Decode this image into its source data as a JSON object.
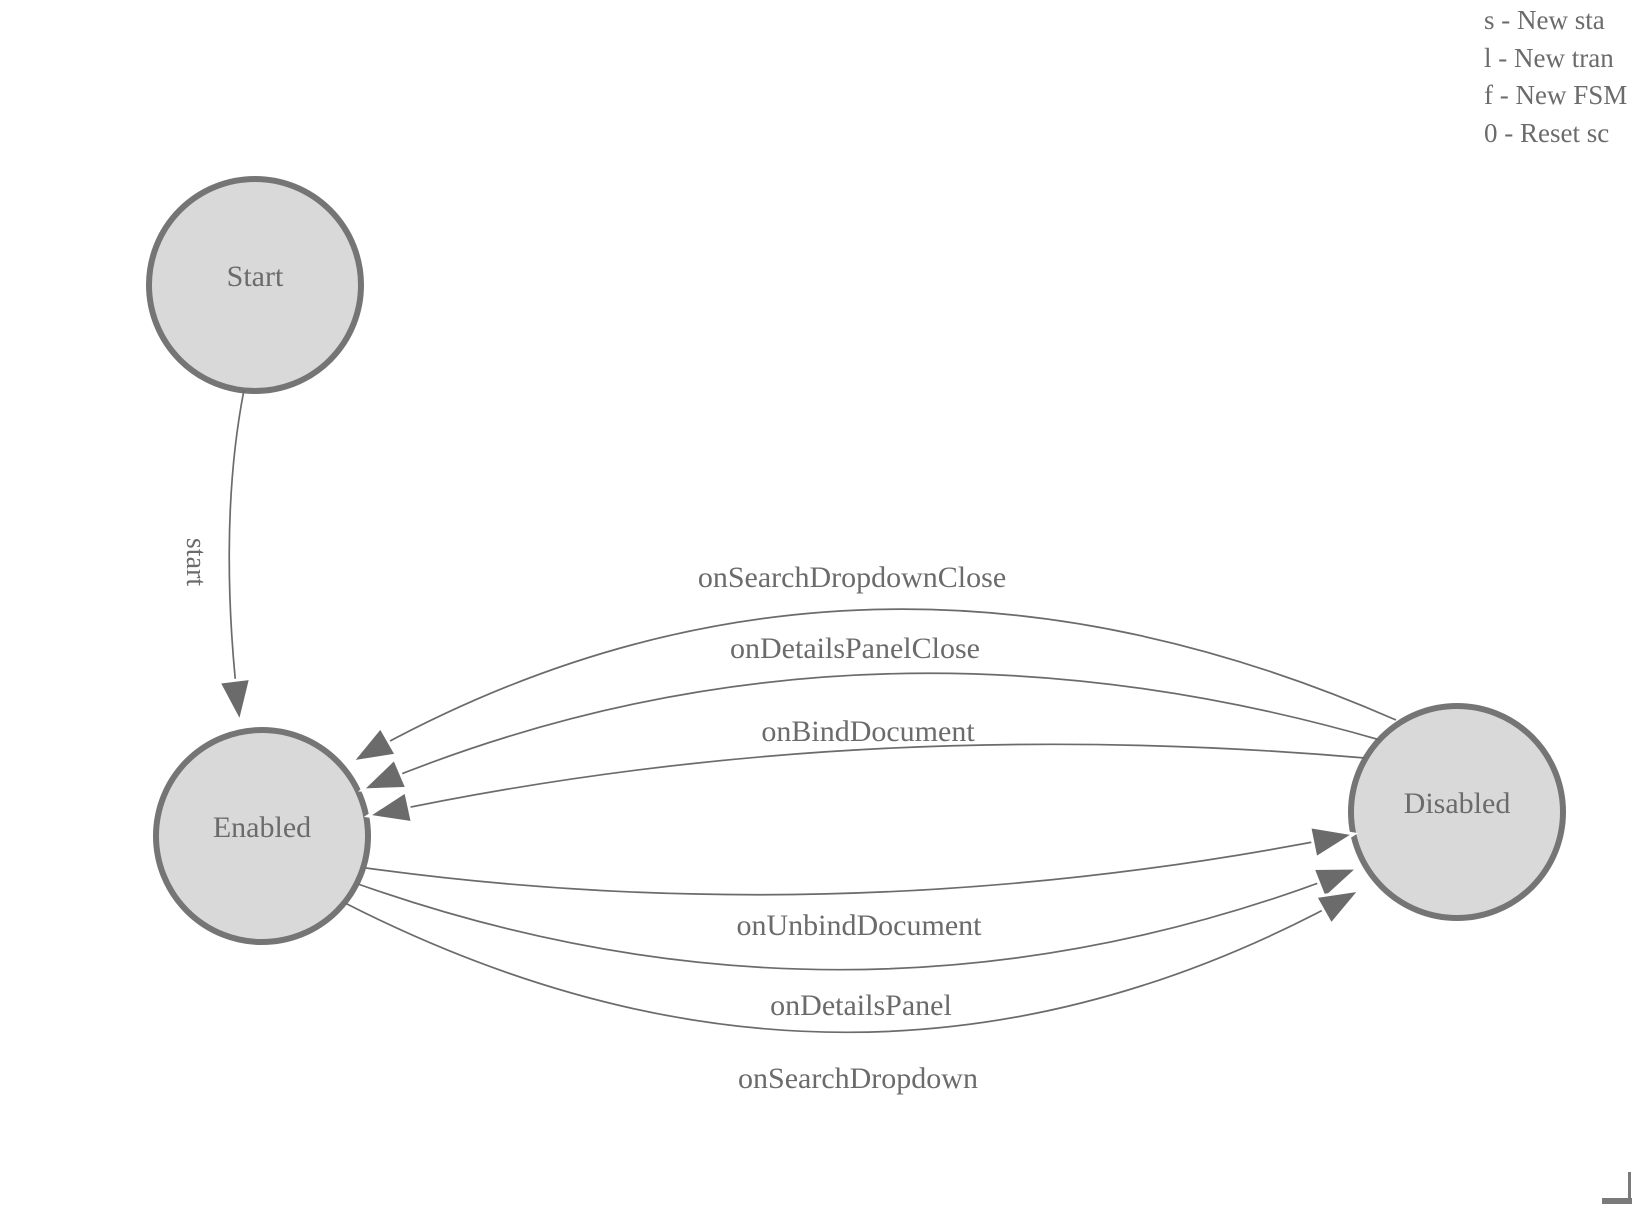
{
  "diagram": {
    "type": "fsm-state-diagram",
    "states": [
      {
        "id": "start",
        "label": "Start"
      },
      {
        "id": "enabled",
        "label": "Enabled"
      },
      {
        "id": "disabled",
        "label": "Disabled"
      }
    ],
    "transitions": [
      {
        "label": "start",
        "from": "start",
        "to": "enabled"
      },
      {
        "label": "onSearchDropdownClose",
        "from": "disabled",
        "to": "enabled"
      },
      {
        "label": "onDetailsPanelClose",
        "from": "disabled",
        "to": "enabled"
      },
      {
        "label": "onBindDocument",
        "from": "disabled",
        "to": "enabled"
      },
      {
        "label": "onUnbindDocument",
        "from": "enabled",
        "to": "disabled"
      },
      {
        "label": "onDetailsPanel",
        "from": "enabled",
        "to": "disabled"
      },
      {
        "label": "onSearchDropdown",
        "from": "enabled",
        "to": "disabled"
      }
    ]
  },
  "legend": {
    "items": [
      "s - New sta",
      "l - New tran",
      "f - New FSM",
      "0 - Reset sc"
    ]
  },
  "colors": {
    "state_fill": "#d9d9d9",
    "state_stroke": "#757575",
    "edge_stroke": "#6b6b6b",
    "label_text": "#6b6b6b"
  }
}
